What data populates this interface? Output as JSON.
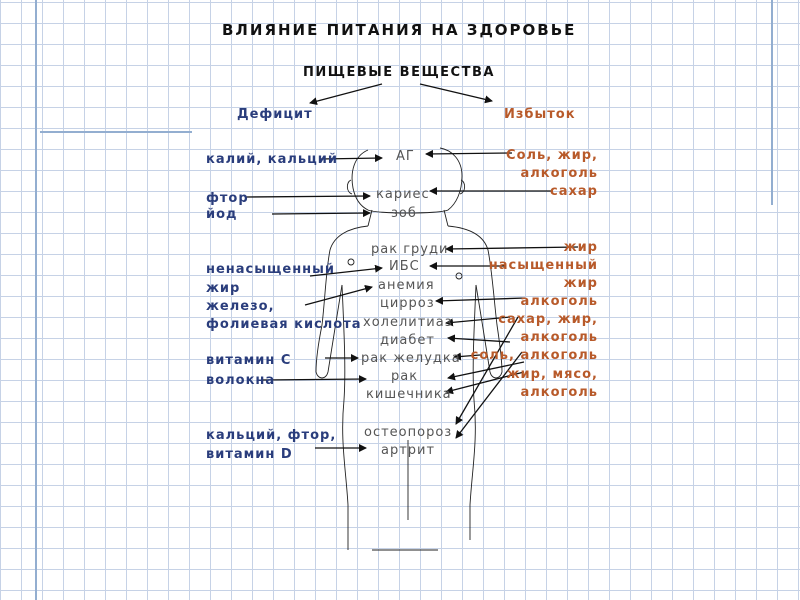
{
  "title": "ВЛИЯНИЕ ПИТАНИЯ НА ЗДОРОВЬЕ",
  "subtitle": "ПИЩЕВЫЕ ВЕЩЕСТВА",
  "deficit_label": "Дефицит",
  "excess_label": "Избыток",
  "deficit_items": [
    "калий, кальций",
    "фтор",
    "йод",
    "ненасыщенный",
    "жир",
    "железо,",
    "фолиевая кислота",
    "витамин С",
    "волокна",
    "кальций, фтор,",
    "витамин D"
  ],
  "conditions": [
    "АГ",
    "кариес",
    "зоб",
    "рак груди",
    "ИБС",
    "анемия",
    "цирроз",
    "холелитиаз",
    "диабет",
    "рак желудка",
    "рак",
    "кишечника",
    "остеопороз",
    "артрит"
  ],
  "excess_items": [
    "Соль, жир,",
    "алкоголь",
    "сахар",
    "жир",
    "насыщенный",
    "жир",
    "алкоголь",
    "сахар, жир,",
    "алкоголь",
    "соль, алкоголь",
    "жир, мясо,",
    "алкоголь"
  ]
}
